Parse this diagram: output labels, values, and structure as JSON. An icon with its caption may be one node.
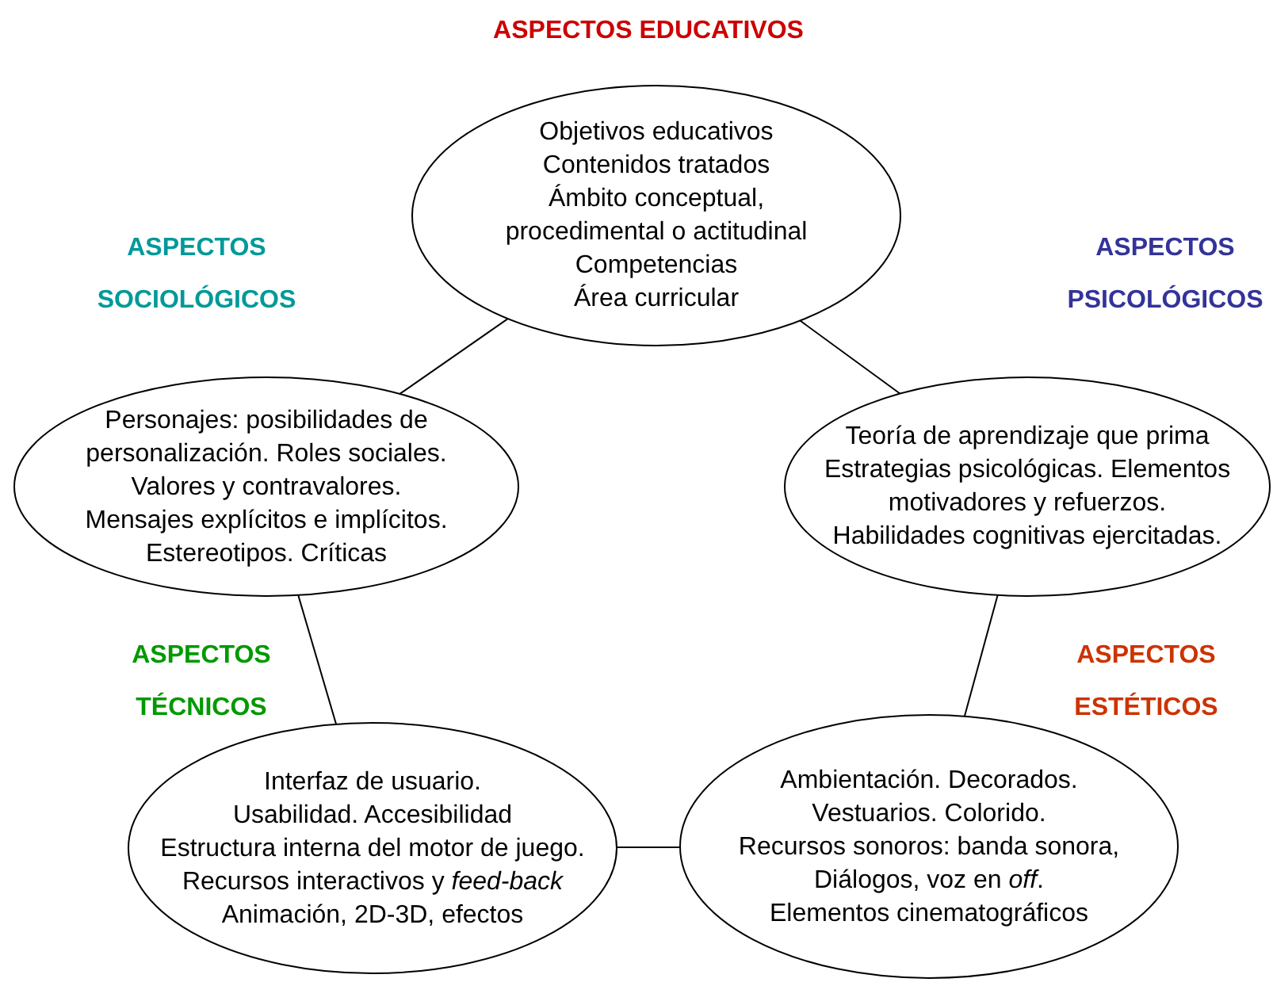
{
  "diagram": {
    "nodes": [
      {
        "text": [
          "Objetivos educativos",
          "Contenidos tratados",
          "Ámbito conceptual, procedimental o actitudinal",
          "Competencias",
          "Área curricular"
        ],
        "beside": [
          "ASPECTOS EDUCATIVOS"
        ]
      },
      {
        "text": [
          "Personajes: posibilidades de personalización. Roles sociales.",
          "Valores y contravalores.",
          "Mensajes explícitos e implícitos.",
          "Estereotipos. Críticas"
        ],
        "beside": [
          "ASPECTOS SOCIOLÓGICOS"
        ]
      },
      {
        "text": [
          "Teoría de aprendizaje que prima",
          "Estrategias psicológicas. Elementos motivadores y refuerzos.",
          "Habilidades cognitivas ejercitadas."
        ],
        "beside": [
          "ASPECTOS PSICOLÓGICOS"
        ]
      },
      {
        "text": [
          "Interfaz de usuario.",
          "Usabilidad. Accesibilidad",
          "Estructura interna del motor de juego.",
          "Recursos interactivos y *feed-back*",
          "Animación, 2D-3D, efectos"
        ],
        "beside": [
          "ASPECTOS TÉCNICOS"
        ]
      },
      {
        "text": [
          "Ambientación. Decorados.",
          "Vestuarios. Colorido.",
          "Recursos sonoros: banda sonora,",
          "Diálogos, voz en *off*.",
          "Elementos cinematográficos"
        ],
        "beside": [
          "ASPECTOS ESTÉTICOS"
        ]
      }
    ],
    "edges": [
      {
        "from": 0,
        "to": 1,
        "arrow": "none"
      },
      {
        "from": 0,
        "to": 2,
        "arrow": "none"
      },
      {
        "from": 1,
        "to": 3,
        "arrow": "none"
      },
      {
        "from": 2,
        "to": 4,
        "arrow": "none"
      },
      {
        "from": 3,
        "to": 4,
        "arrow": "none"
      }
    ]
  }
}
